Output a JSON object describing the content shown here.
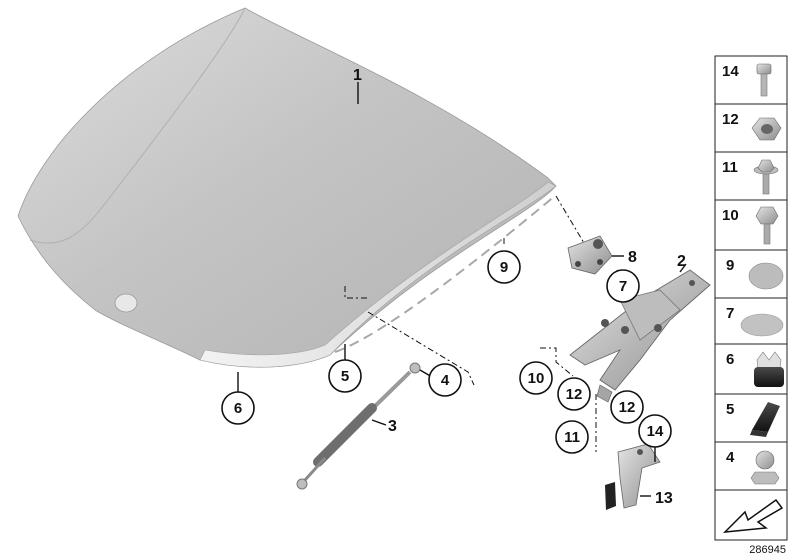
{
  "diagram": {
    "id_number": "286945",
    "parts": {
      "p1": "1",
      "p2": "2",
      "p3": "3",
      "p4": "4",
      "p5": "5",
      "p6": "6",
      "p7": "7",
      "p8": "8",
      "p9": "9",
      "p10": "10",
      "p11": "11",
      "p12": "12",
      "p13": "13",
      "p14": "14"
    }
  },
  "parts_column": [
    {
      "label": "14",
      "icon": "bolt-icon"
    },
    {
      "label": "12",
      "icon": "hex-nut-icon"
    },
    {
      "label": "11",
      "icon": "flange-screw-icon"
    },
    {
      "label": "10",
      "icon": "collar-screw-icon"
    },
    {
      "label": "9",
      "icon": "round-cap-icon"
    },
    {
      "label": "7",
      "icon": "flat-cap-icon"
    },
    {
      "label": "6",
      "icon": "rubber-buffer-icon"
    },
    {
      "label": "5",
      "icon": "edge-protector-icon"
    },
    {
      "label": "4",
      "icon": "ball-stud-icon"
    },
    {
      "label": "",
      "icon": "direction-arrow-icon"
    }
  ],
  "colors": {
    "hood_fill": "#c9c9c9",
    "hood_light": "#e6e6e6",
    "hood_dark": "#9a9a9a",
    "ink": "#111111"
  }
}
